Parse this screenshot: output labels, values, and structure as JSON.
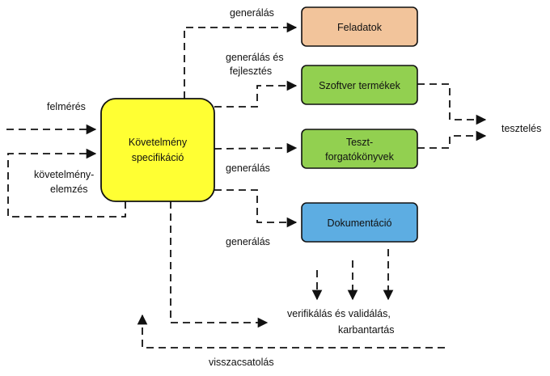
{
  "nodes": {
    "requirements": {
      "line1": "Követelmény",
      "line2": "specifikáció",
      "fill": "#ffff33"
    },
    "tasks": {
      "label": "Feladatok",
      "fill": "#f2c49b"
    },
    "software": {
      "label": "Szoftver termékek",
      "fill": "#92d050"
    },
    "testbooks": {
      "line1": "Teszt-",
      "line2": "forgatókönyvek",
      "fill": "#92d050"
    },
    "docs": {
      "label": "Dokumentáció",
      "fill": "#5dade2"
    }
  },
  "labels": {
    "generalas_top": "generálás",
    "generalas_es": "generálás és",
    "fejlesztes": "fejlesztés",
    "felmeres": "felmérés",
    "tesztelés": "tesztelés",
    "kovetelmeny": "követelmény-",
    "elemzes": "elemzés",
    "generalas_mid": "generálás",
    "generalas_low": "generálás",
    "verif1": "verifikálás és validálás,",
    "verif2": "karbantartás",
    "visszacsatolas": "visszacsatolás"
  }
}
